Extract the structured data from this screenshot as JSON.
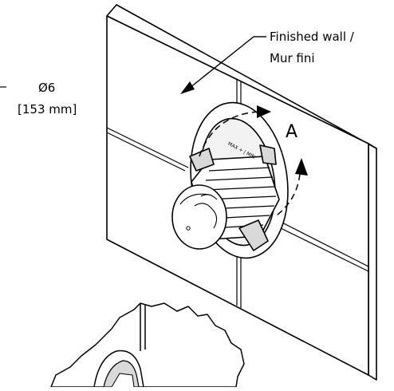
{
  "annotations": {
    "wall_label_line1": "Finished wall /",
    "wall_label_line2": "Mur fini",
    "diameter_line1": "Ø6",
    "diameter_line2": "[153 mm]",
    "rotation_label": "A"
  },
  "part_markings": {
    "max_min": "MAX + | MIN"
  },
  "icons": {
    "rotate_arrow": "curved-arrow-icon",
    "pointer_arrow": "arrow-icon"
  },
  "colors": {
    "line": "#000000",
    "background": "#ffffff",
    "shade": "#d9d9d9"
  }
}
